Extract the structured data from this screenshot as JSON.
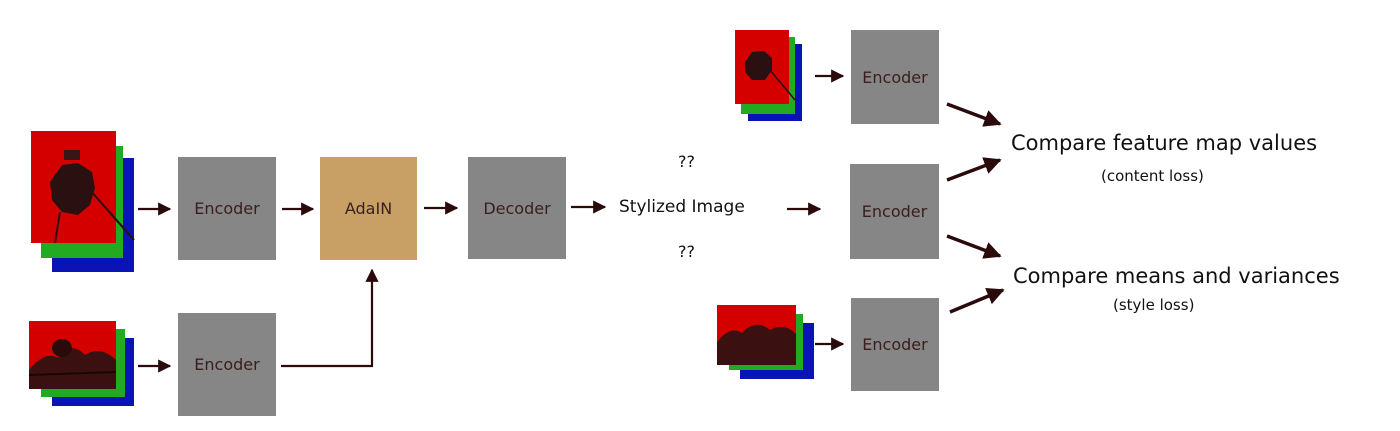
{
  "colors": {
    "encoder": "#868686",
    "adain": "#c8a066",
    "arrow": "#2a0a0a",
    "box_text": "#3a1e1e",
    "channel_red": "#d40000",
    "channel_green": "#22aa22",
    "channel_blue": "#0a14b4"
  },
  "inputs": {
    "content_image": "content-image-rgb-stack",
    "style_image": "style-image-rgb-stack"
  },
  "pipeline": {
    "encoder_top": "Encoder",
    "encoder_bottom": "Encoder",
    "adain": "AdaIN",
    "decoder": "Decoder",
    "output_label": "Stylized Image",
    "unknown_top": "??",
    "unknown_bottom": "??"
  },
  "loss_side": {
    "encoder_content": "Encoder",
    "encoder_stylized": "Encoder",
    "encoder_style": "Encoder",
    "content_compare": "Compare feature map values",
    "content_loss": "(content loss)",
    "style_compare": "Compare means and variances",
    "style_loss": "(style loss)"
  }
}
